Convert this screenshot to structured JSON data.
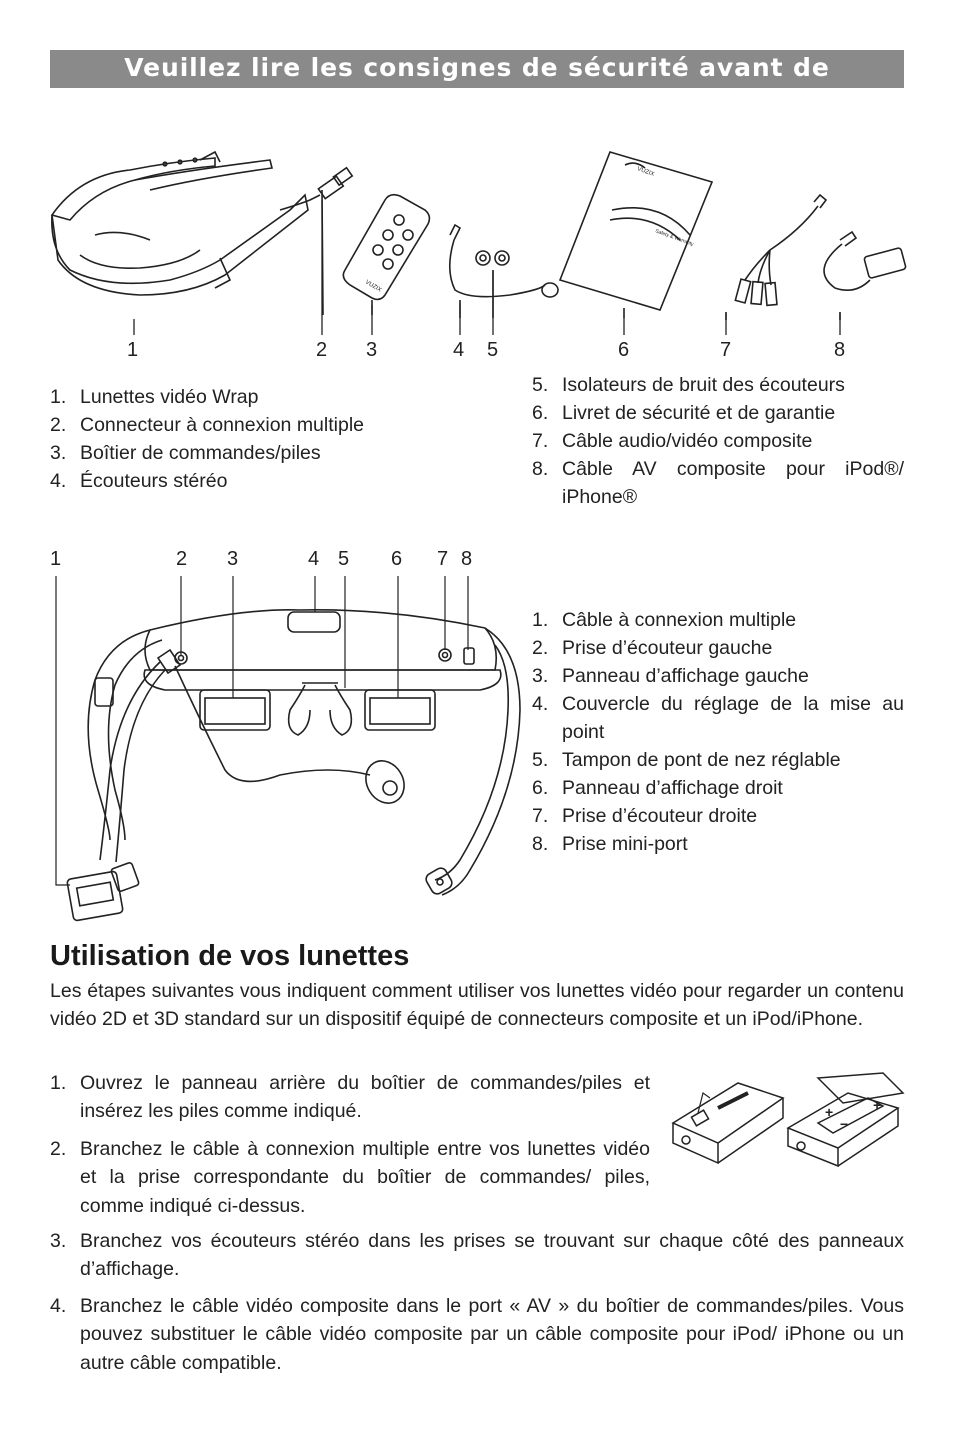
{
  "banner": {
    "title": "Veuillez lire les consignes de sécurité avant de"
  },
  "accessories": {
    "callouts": [
      "1",
      "2",
      "3",
      "4",
      "5",
      "6",
      "7",
      "8"
    ],
    "booklet_brand": "VUZIX",
    "booklet_title": "Safety & Warranty",
    "remote_brand": "VUZIX",
    "items_left": [
      {
        "n": "1.",
        "text": "Lunettes vidéo Wrap"
      },
      {
        "n": "2.",
        "text": "Connecteur à connexion multiple"
      },
      {
        "n": "3.",
        "text": "Boîtier de commandes/piles"
      },
      {
        "n": "4.",
        "text": "Écouteurs stéréo"
      }
    ],
    "items_right": [
      {
        "n": "5.",
        "text": "Isolateurs de bruit des écouteurs"
      },
      {
        "n": "6.",
        "text": "Livret de sécurité et de garantie"
      },
      {
        "n": "7.",
        "text": "Câble audio/vidéo composite"
      },
      {
        "n": "8.",
        "text": "Câble AV composite pour iPod®/ iPhone®"
      }
    ]
  },
  "glasses_parts": {
    "callouts": [
      "1",
      "2",
      "3",
      "4",
      "5",
      "6",
      "7",
      "8"
    ],
    "items": [
      {
        "n": "1.",
        "text": "Câble à connexion multiple"
      },
      {
        "n": "2.",
        "text": "Prise d’écouteur gauche"
      },
      {
        "n": "3.",
        "text": "Panneau d’affichage gauche"
      },
      {
        "n": "4.",
        "text": "Couvercle du réglage de la mise au point"
      },
      {
        "n": "5.",
        "text": "Tampon de pont de nez réglable"
      },
      {
        "n": "6.",
        "text": "Panneau d’affichage droit"
      },
      {
        "n": "7.",
        "text": "Prise d’écouteur droite"
      },
      {
        "n": "8.",
        "text": "Prise mini-port"
      }
    ]
  },
  "usage": {
    "heading": "Utilisation de vos lunettes",
    "intro": "Les étapes suivantes vous indiquent comment utiliser vos lunettes vidéo pour regarder un contenu vidéo 2D et 3D standard sur un dispositif équipé de connecteurs composite et un iPod/iPhone.",
    "steps": [
      {
        "n": "1.",
        "text": "Ouvrez le panneau arrière du boîtier de commandes/piles et insérez les piles comme indiqué."
      },
      {
        "n": "2.",
        "text": "Branchez le câble à connexion multiple entre vos lunettes vidéo et la prise correspondante du boîtier de commandes/ piles, comme indiqué ci-dessus."
      },
      {
        "n": "3.",
        "text": "Branchez vos écouteurs stéréo dans les prises se trouvant sur chaque côté des panneaux d’affichage."
      },
      {
        "n": "4.",
        "text": "Branchez le câble vidéo composite dans le port « AV » du boîtier de commandes/piles. Vous pouvez substituer le câble vidéo composite par un câble composite pour iPod/ iPhone ou un autre câble compatible."
      }
    ],
    "battery_signs": [
      "+",
      "−",
      "+"
    ]
  }
}
